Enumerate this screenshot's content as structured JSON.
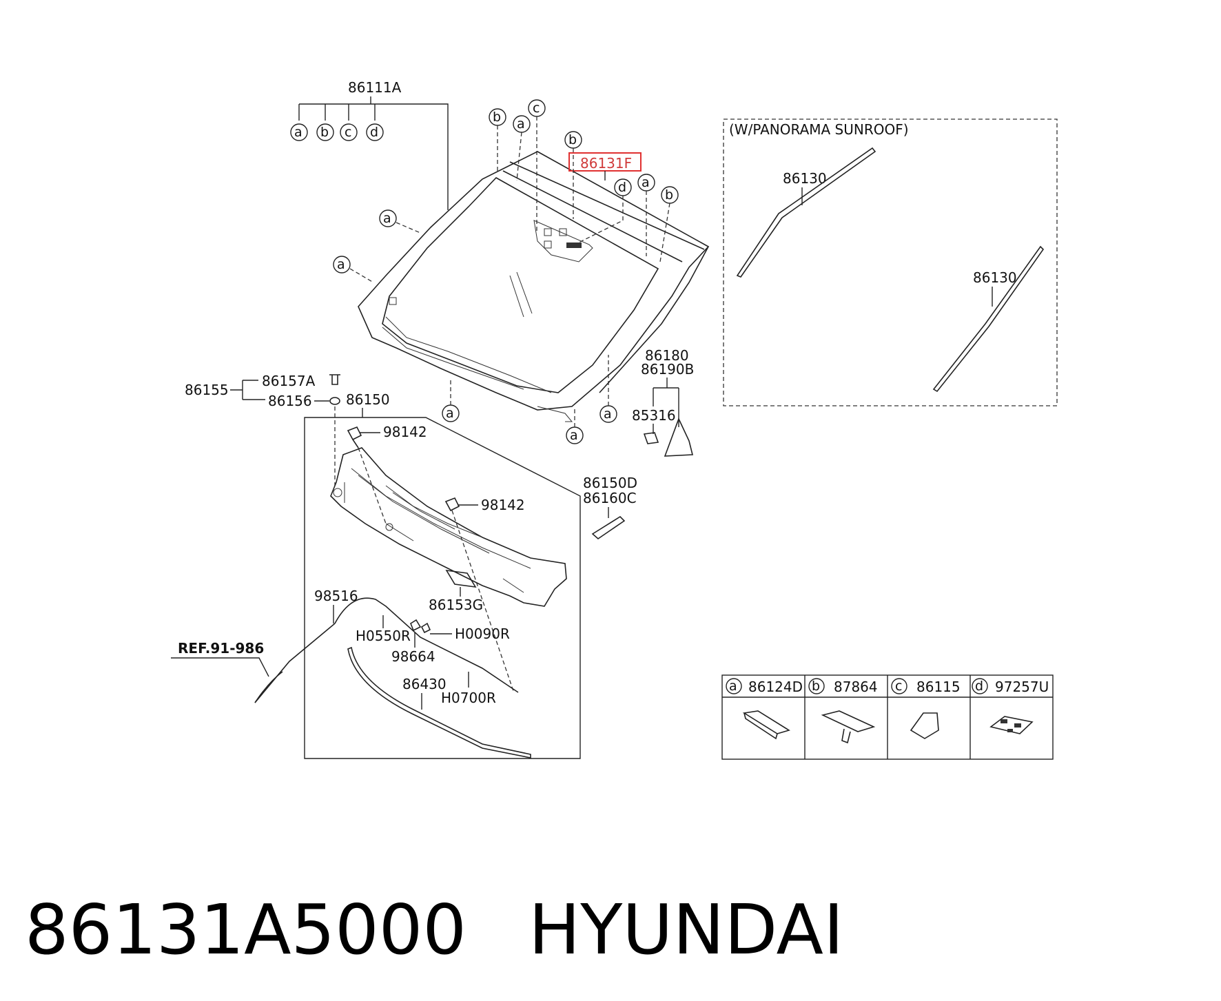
{
  "diagram": {
    "labels": {
      "windshield_assembly": "86111A",
      "windshield_glass": "86131F",
      "panorama_note": "(W/PANORAMA SUNROOF)",
      "panorama_molding_1": "86130",
      "panorama_molding_2": "86130",
      "molding_86180": "86180",
      "molding_86190B": "86190B",
      "clip_85316": "85316",
      "cowl_86155": "86155",
      "clip_86157A": "86157A",
      "clip_86156": "86156",
      "cowl_top_86150": "86150",
      "nozzle_98142_a": "98142",
      "nozzle_98142_b": "98142",
      "garnish_86150D": "86150D",
      "garnish_86160C": "86160C",
      "seal_86153G": "86153G",
      "hose_98516": "98516",
      "hose_H0550R": "H0550R",
      "hose_H0090R": "H0090R",
      "connector_98664": "98664",
      "strip_86430": "86430",
      "hose_H0700R": "H0700R",
      "ref_label": "REF.91-986"
    },
    "callouts": [
      "a",
      "b",
      "c",
      "d"
    ],
    "highlight_color": "#e03030",
    "legend": [
      {
        "key": "a",
        "part": "86124D"
      },
      {
        "key": "b",
        "part": "87864"
      },
      {
        "key": "c",
        "part": "86115"
      },
      {
        "key": "d",
        "part": "97257U"
      }
    ]
  },
  "footer": {
    "part_number": "86131A5000",
    "brand": "HYUNDAI"
  }
}
